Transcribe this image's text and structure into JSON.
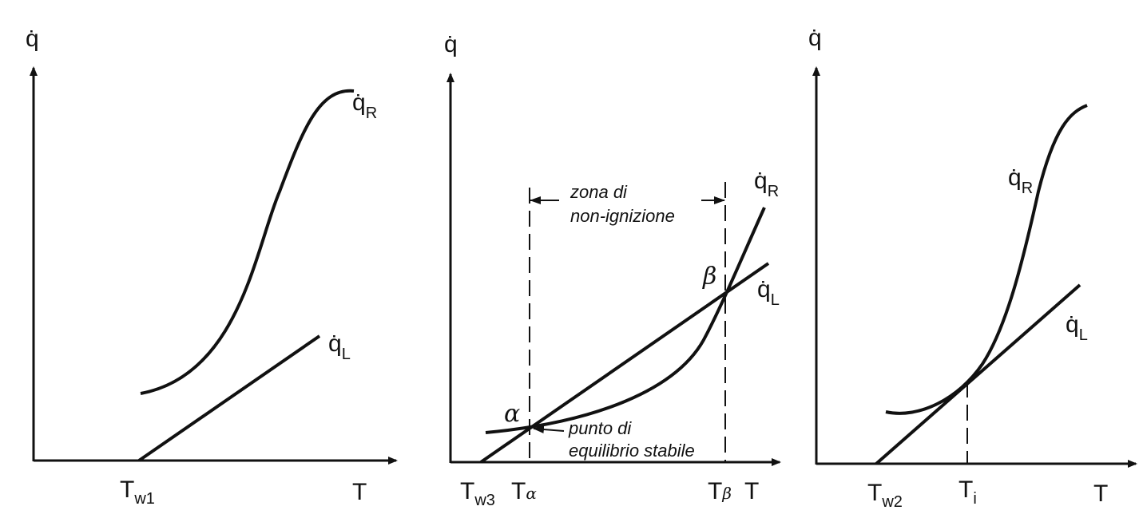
{
  "panels": [
    {
      "y_axis": "q̇",
      "x_axis": "T",
      "curves": [
        {
          "symbol": "q̇",
          "subscript": "R"
        },
        {
          "symbol": "q̇",
          "subscript": "L"
        }
      ],
      "ticks": [
        {
          "main": "T",
          "subscript": "w1"
        }
      ]
    },
    {
      "y_axis": "q̇",
      "x_axis": "T",
      "curves": [
        {
          "symbol": "q̇",
          "subscript": "R"
        },
        {
          "symbol": "q̇",
          "subscript": "L"
        }
      ],
      "ticks": [
        {
          "main": "T",
          "subscript": "w3"
        },
        {
          "main": "T",
          "subscript": "α"
        },
        {
          "main": "T",
          "subscript": "β"
        }
      ],
      "points": {
        "alpha": "α",
        "beta": "β"
      },
      "zone_label": [
        "zona di",
        "non-ignizione"
      ],
      "equilibrium_label": [
        "punto di",
        "equilibrio stabile"
      ]
    },
    {
      "y_axis": "q̇",
      "x_axis": "T",
      "curves": [
        {
          "symbol": "q̇",
          "subscript": "R"
        },
        {
          "symbol": "q̇",
          "subscript": "L"
        }
      ],
      "ticks": [
        {
          "main": "T",
          "subscript": "w2"
        },
        {
          "main": "T",
          "subscript": "i"
        }
      ]
    }
  ],
  "colors": {
    "ink": "#111111",
    "background": "#ffffff"
  }
}
